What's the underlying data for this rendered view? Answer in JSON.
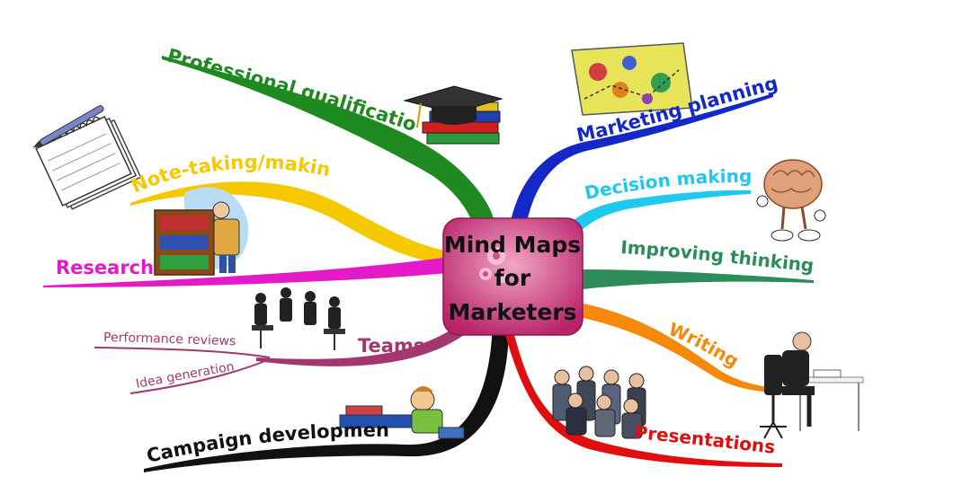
{
  "center": {
    "lines": [
      "Mind Maps",
      "for",
      "Marketers"
    ],
    "fill_light": "#f2a6c4",
    "fill_dark": "#b8236a"
  },
  "branches": {
    "professional": {
      "label": "Professional qualifications",
      "color": "#1f8a1f"
    },
    "note_taking": {
      "label": "Note-taking/making",
      "color": "#f5c800"
    },
    "research": {
      "label": "Research",
      "color": "#e41ac8"
    },
    "teams": {
      "label": "Teams",
      "color": "#a3376f"
    },
    "performance": {
      "label": "Performance reviews",
      "color": "#a3376f"
    },
    "idea": {
      "label": "Idea generation",
      "color": "#a3376f"
    },
    "campaign": {
      "label": "Campaign development",
      "color": "#111111"
    },
    "marketing": {
      "label": "Marketing planning",
      "color": "#1428c8"
    },
    "decision": {
      "label": "Decision making",
      "color": "#1ec8ee"
    },
    "improving": {
      "label": "Improving thinking",
      "color": "#2e8b5a"
    },
    "writing": {
      "label": "Writing",
      "color": "#f58a0a"
    },
    "presentations": {
      "label": "Presentations",
      "color": "#e00e0e"
    }
  },
  "illustrations": [
    "notepad-pen",
    "graduation-cap-books",
    "marketing-map",
    "brain-character",
    "bookshelf-reader",
    "business-meeting",
    "frustrated-worker",
    "applauding-audience",
    "man-at-desk"
  ]
}
